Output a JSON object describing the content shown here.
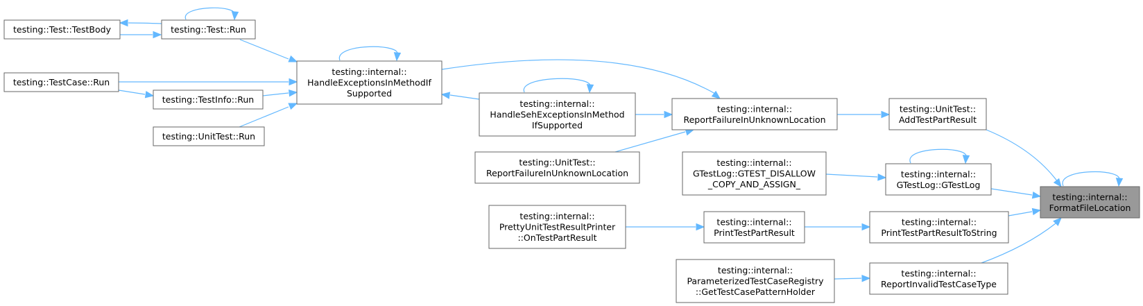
{
  "diagram": {
    "nodes": {
      "test_body": [
        "testing::Test::TestBody"
      ],
      "test_run": [
        "testing::Test::Run"
      ],
      "testcase_run": [
        "testing::TestCase::Run"
      ],
      "testinfo_run": [
        "testing::TestInfo::Run"
      ],
      "unittest_run": [
        "testing::UnitTest::Run"
      ],
      "handle_exc": [
        "testing::internal::",
        "HandleExceptionsInMethodIf",
        "Supported"
      ],
      "handle_seh": [
        "testing::internal::",
        "HandleSehExceptionsInMethod",
        "IfSupported"
      ],
      "ut_report": [
        "testing::UnitTest::",
        "ReportFailureInUnknownLocation"
      ],
      "report_fail": [
        "testing::internal::",
        "ReportFailureInUnknownLocation"
      ],
      "add_result": [
        "testing::UnitTest::",
        "AddTestPartResult"
      ],
      "disallow": [
        "testing::internal::",
        "GTestLog::GTEST_DISALLOW",
        "_COPY_AND_ASSIGN_"
      ],
      "gtestlog": [
        "testing::internal::",
        "GTestLog::GTestLog"
      ],
      "pretty_printer": [
        "testing::internal::",
        "PrettyUnitTestResultPrinter",
        "::OnTestPartResult"
      ],
      "print_result": [
        "testing::internal::",
        "PrintTestPartResult"
      ],
      "print_to_string": [
        "testing::internal::",
        "PrintTestPartResultToString"
      ],
      "param_registry": [
        "testing::internal::",
        "ParameterizedTestCaseRegistry",
        "::GetTestCasePatternHolder"
      ],
      "report_invalid": [
        "testing::internal::",
        "ReportInvalidTestCaseType"
      ],
      "format_loc": [
        "testing::internal::",
        "FormatFileLocation"
      ]
    },
    "focus_node": "format_loc",
    "edges": [
      [
        "test_body",
        "test_run"
      ],
      [
        "test_run",
        "test_body"
      ],
      [
        "test_run",
        "test_run"
      ],
      [
        "test_run",
        "handle_exc"
      ],
      [
        "testcase_run",
        "handle_exc"
      ],
      [
        "testcase_run",
        "testinfo_run"
      ],
      [
        "testinfo_run",
        "handle_exc"
      ],
      [
        "unittest_run",
        "handle_exc"
      ],
      [
        "handle_exc",
        "handle_exc"
      ],
      [
        "handle_exc",
        "report_fail"
      ],
      [
        "handle_seh",
        "handle_exc"
      ],
      [
        "handle_seh",
        "handle_seh"
      ],
      [
        "handle_seh",
        "report_fail"
      ],
      [
        "ut_report",
        "report_fail"
      ],
      [
        "report_fail",
        "add_result"
      ],
      [
        "add_result",
        "format_loc"
      ],
      [
        "disallow",
        "gtestlog"
      ],
      [
        "gtestlog",
        "gtestlog"
      ],
      [
        "gtestlog",
        "format_loc"
      ],
      [
        "pretty_printer",
        "print_result"
      ],
      [
        "print_result",
        "print_to_string"
      ],
      [
        "print_to_string",
        "format_loc"
      ],
      [
        "param_registry",
        "report_invalid"
      ],
      [
        "report_invalid",
        "format_loc"
      ],
      [
        "format_loc",
        "format_loc"
      ]
    ],
    "colors": {
      "edge": "#63b8ff",
      "node_border": "#666666",
      "node_fill": "#ffffff",
      "focus_fill": "#999999"
    }
  }
}
